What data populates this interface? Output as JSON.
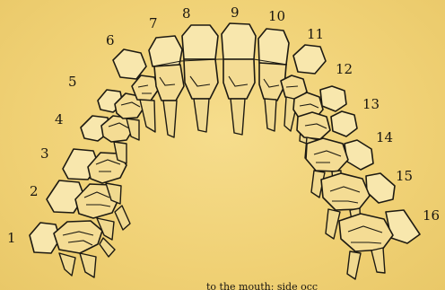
{
  "diagram": {
    "tooth_numbers": [
      "1",
      "2",
      "3",
      "4",
      "5",
      "6",
      "7",
      "8",
      "9",
      "10",
      "11",
      "12",
      "13",
      "14",
      "15",
      "16"
    ],
    "caption_fragment": "to the mouth; side occ"
  }
}
